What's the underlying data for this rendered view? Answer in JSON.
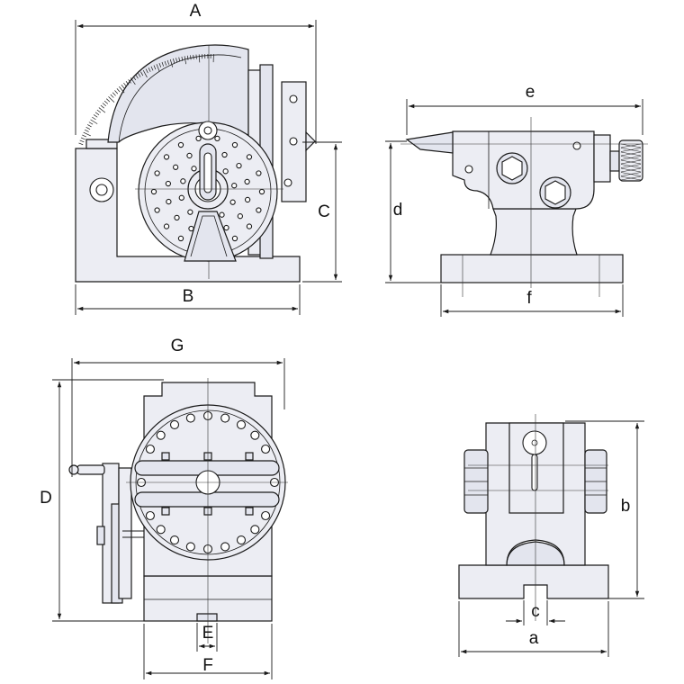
{
  "labels": {
    "A": "A",
    "B": "B",
    "C": "C",
    "D": "D",
    "E": "E",
    "F": "F",
    "G": "G",
    "a": "a",
    "b": "b",
    "c": "c",
    "d": "d",
    "e": "e",
    "f": "f"
  }
}
